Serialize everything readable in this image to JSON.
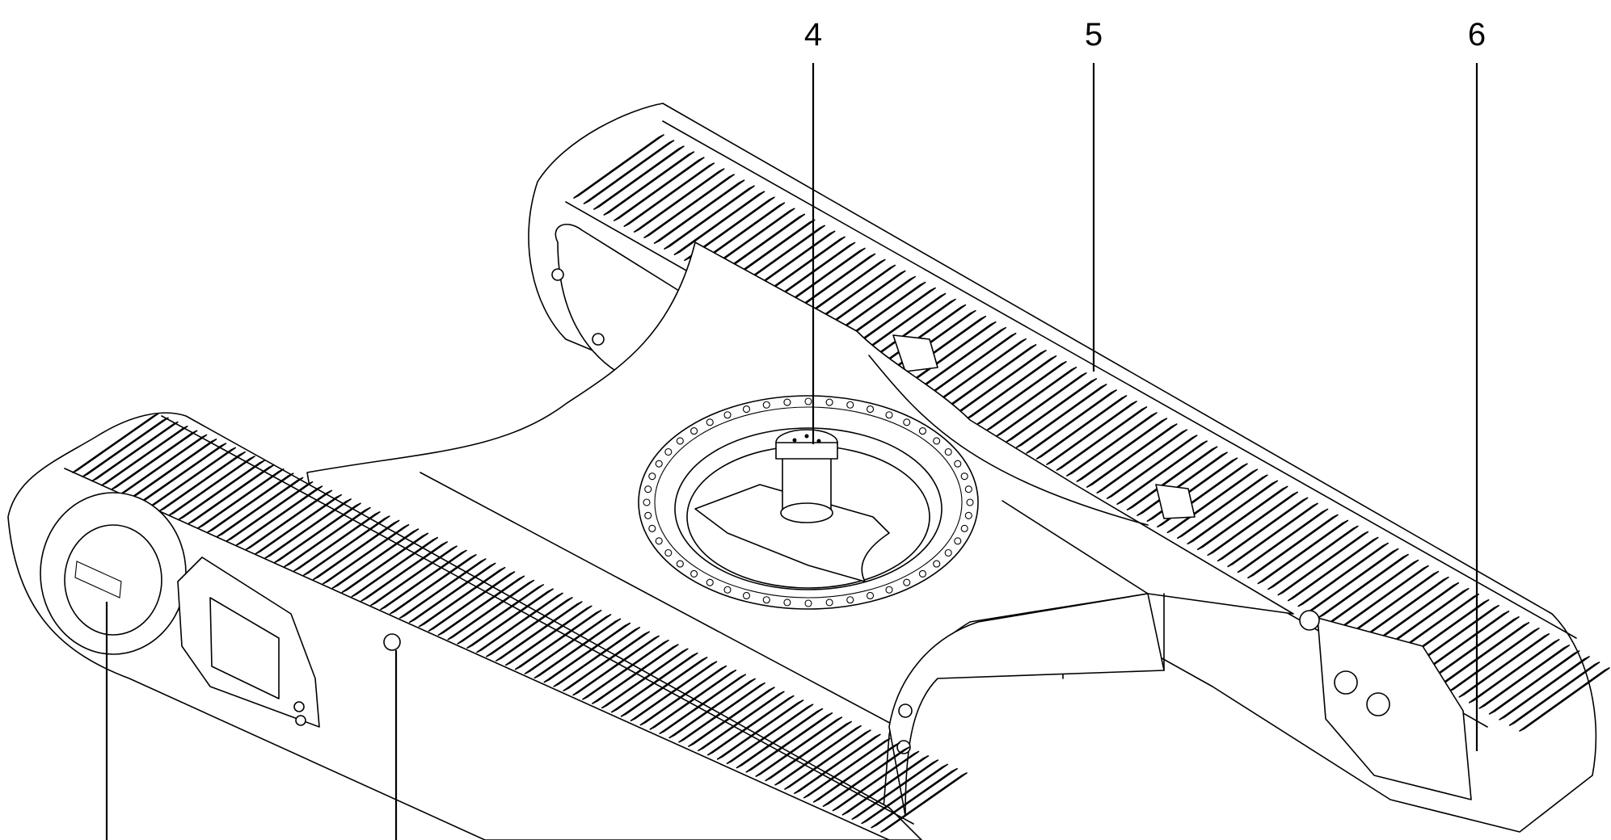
{
  "diagram": {
    "callouts": [
      {
        "id": "c4",
        "label": "4"
      },
      {
        "id": "c5",
        "label": "5"
      },
      {
        "id": "c6",
        "label": "6"
      }
    ],
    "colors": {
      "line": "#000000",
      "background": "#ffffff"
    }
  }
}
